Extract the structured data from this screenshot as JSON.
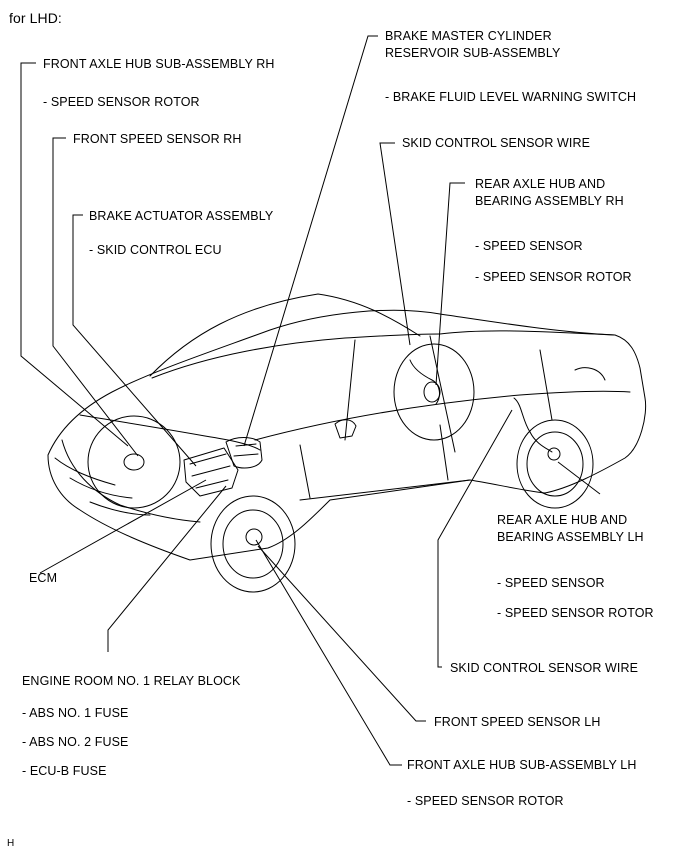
{
  "header": {
    "title": "for LHD:"
  },
  "labels": {
    "fah_rh": "FRONT AXLE HUB SUB-ASSEMBLY RH",
    "fah_rh_sub": "- SPEED SENSOR ROTOR",
    "fss_rh": "FRONT SPEED SENSOR RH",
    "ba": "BRAKE ACTUATOR ASSEMBLY",
    "ba_sub": "- SKID CONTROL ECU",
    "bmc_1": "BRAKE MASTER CYLINDER",
    "bmc_2": "RESERVOIR SUB-ASSEMBLY",
    "bmc_sub": "- BRAKE FLUID LEVEL WARNING SWITCH",
    "scsw_top": "SKID CONTROL SENSOR WIRE",
    "rah_rh_1": "REAR AXLE HUB AND",
    "rah_rh_2": "BEARING ASSEMBLY RH",
    "rah_rh_sub1": "- SPEED SENSOR",
    "rah_rh_sub2": "- SPEED SENSOR ROTOR",
    "ecm": "ECM",
    "rah_lh_1": "REAR AXLE HUB AND",
    "rah_lh_2": "BEARING ASSEMBLY LH",
    "rah_lh_sub1": "- SPEED SENSOR",
    "rah_lh_sub2": "- SPEED SENSOR ROTOR",
    "scsw_bottom": "SKID CONTROL SENSOR WIRE",
    "er_relay": "ENGINE ROOM NO. 1 RELAY BLOCK",
    "fuse_abs1": "- ABS NO. 1 FUSE",
    "fuse_abs2": "- ABS NO. 2 FUSE",
    "fuse_ecub": "- ECU-B FUSE",
    "fss_lh": "FRONT SPEED SENSOR LH",
    "fah_lh": "FRONT AXLE HUB SUB-ASSEMBLY LH",
    "fah_lh_sub": "- SPEED SENSOR ROTOR",
    "corner_mark": "H"
  }
}
